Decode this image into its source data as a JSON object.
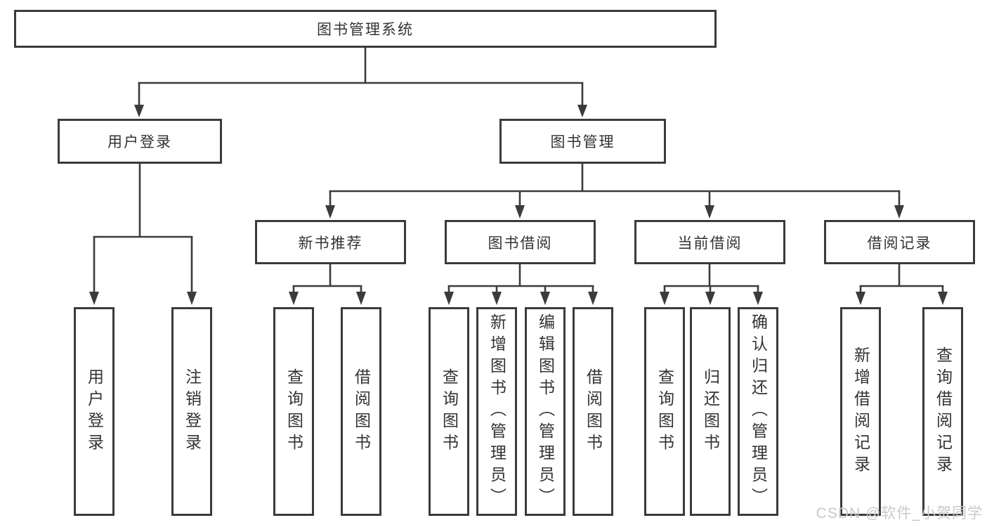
{
  "nodes": {
    "root": {
      "label": "图书管理系统"
    },
    "level2": {
      "user_login": {
        "label": "用户登录"
      },
      "book_management": {
        "label": "图书管理"
      }
    },
    "level3": {
      "new_book_recommendation": {
        "label": "新书推荐"
      },
      "book_borrowing": {
        "label": "图书借阅"
      },
      "current_borrowing": {
        "label": "当前借阅"
      },
      "borrowing_records": {
        "label": "借阅记录"
      }
    },
    "leaves": {
      "user_login": {
        "label": "用户登录"
      },
      "logout": {
        "label": "注销登录"
      },
      "recommend_query_books": {
        "label": "查询图书"
      },
      "recommend_borrow_books": {
        "label": "借阅图书"
      },
      "borrow_query_books": {
        "label": "查询图书"
      },
      "borrow_add_books": {
        "label": "新增图书（管理员）"
      },
      "borrow_edit_books": {
        "label": "编辑图书（管理员）"
      },
      "borrow_borrow_books": {
        "label": "借阅图书"
      },
      "current_query_books": {
        "label": "查询图书"
      },
      "current_return_books": {
        "label": "归还图书"
      },
      "current_confirm_return": {
        "label": "确认归还（管理员）"
      },
      "records_add_record": {
        "label": "新增借阅记录"
      },
      "records_query_record": {
        "label": "查询借阅记录"
      }
    }
  },
  "watermark": {
    "text": "CSDN @软件_小贺同学"
  },
  "colors": {
    "line": "#3b3b3b",
    "box_border": "#3b3b3b",
    "text": "#333333",
    "background": "#ffffff",
    "watermark": "#c9c9c9"
  }
}
